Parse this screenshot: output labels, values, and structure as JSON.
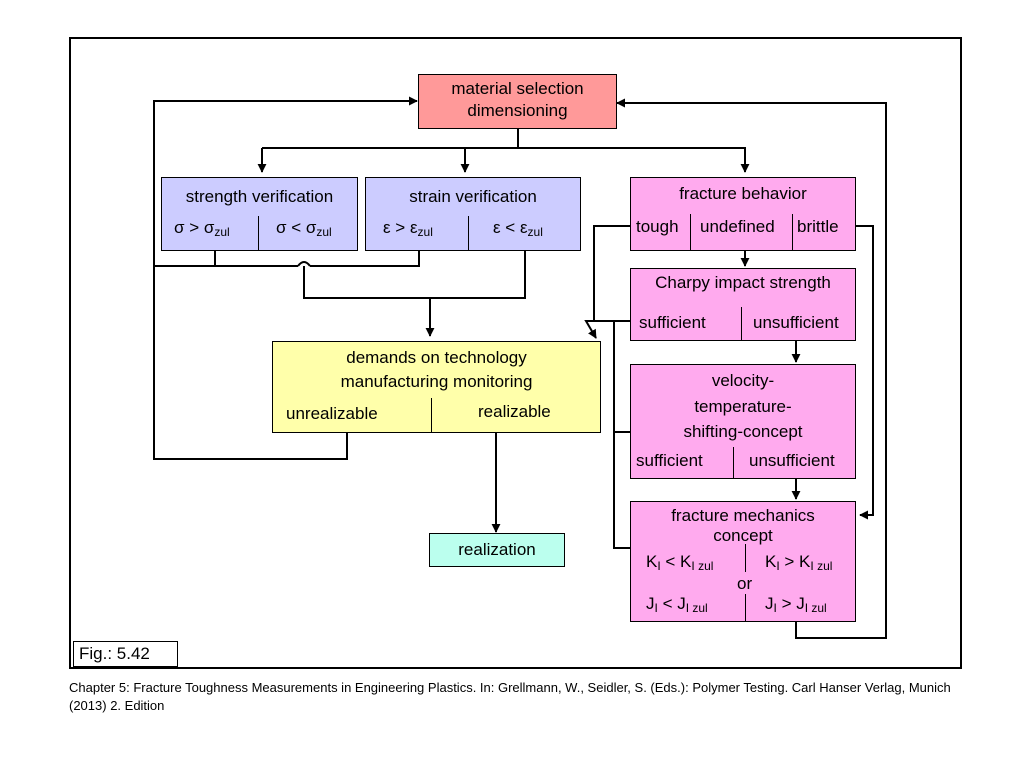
{
  "figure": {
    "label": "Fig.: 5.42",
    "caption": "Chapter 5: Fracture Toughness Measurements in Engineering Plastics. In: Grellmann, W., Seidler, S. (Eds.): Polymer Testing. Carl Hanser Verlag, Munich (2013) 2. Edition"
  },
  "nodes": {
    "material_selection": {
      "line1": "material selection",
      "line2": "dimensioning",
      "color": "#ff9999"
    },
    "strength": {
      "title": "strength verification",
      "left_main": "σ > σ",
      "left_sub": "zul",
      "right_main": "σ < σ",
      "right_sub": "zul",
      "color": "#ccccff"
    },
    "strain": {
      "title": "strain verification",
      "left_main": "ε > ε",
      "left_sub": "zul",
      "right_main": "ε < ε",
      "right_sub": "zul",
      "color": "#ccccff"
    },
    "fracture_behavior": {
      "title": "fracture behavior",
      "opt1": "tough",
      "opt2": "undefined",
      "opt3": "brittle",
      "color": "#ffaaee"
    },
    "charpy": {
      "title": "Charpy impact strength",
      "left": "sufficient",
      "right": "unsufficient",
      "color": "#ffaaee"
    },
    "velocity": {
      "line1": "velocity-",
      "line2": "temperature-",
      "line3": "shifting-concept",
      "left": "sufficient",
      "right": "unsufficient",
      "color": "#ffaaee"
    },
    "fracture_mechanics": {
      "line1": "fracture mechanics",
      "line2": "concept",
      "k_left_a": "K",
      "k_left_a_sub": "I",
      "k_left_op": " < K",
      "k_left_b_sub": "I zul",
      "k_right_a": "K",
      "k_right_a_sub": "I",
      "k_right_op": " > K",
      "k_right_b_sub": "I zul",
      "or": "or",
      "j_left_a": "J",
      "j_left_a_sub": "I",
      "j_left_op": " < J",
      "j_left_b_sub": "I zul",
      "j_right_a": "J",
      "j_right_a_sub": "I",
      "j_right_op": " > J",
      "j_right_b_sub": "I zul",
      "color": "#ffaaee"
    },
    "demands": {
      "line1": "demands on technology",
      "line2": "manufacturing monitoring",
      "left": "unrealizable",
      "right": "realizable",
      "color": "#ffffaa"
    },
    "realization": {
      "label": "realization",
      "color": "#bbffee"
    }
  }
}
